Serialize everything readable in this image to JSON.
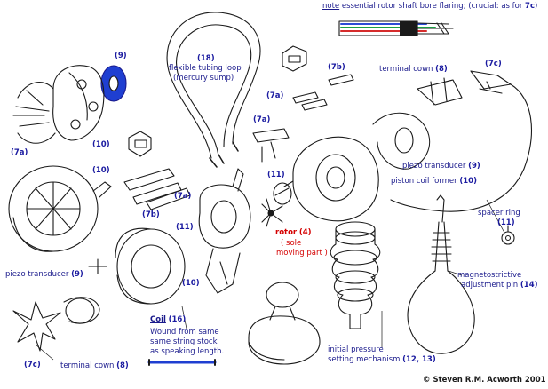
{
  "note": {
    "prefix": "note",
    "text": " essential rotor shaft bore flaring; (crucial: as for ",
    "ref": "7c",
    "suffix": ")"
  },
  "labels": {
    "flexible_tubing_num": "(18)",
    "flexible_tubing_line1": "flexible tubing loop",
    "flexible_tubing_line2": "(mercury sump)",
    "ring_9_top": "(9)",
    "label_7b_top": "(7b)",
    "label_7a_mid": "(7a)",
    "label_7a_mid2": "(7a)",
    "terminal_cown_top": "terminal cown",
    "terminal_cown_top_num": "(8)",
    "label_7c_top": "(7c)",
    "label_7a_left": "(7a)",
    "label_10_left": "(10)",
    "label_10_left2": "(10)",
    "label_7b_left": "(7b)",
    "label_7a_center": "(7a)",
    "label_11_center": "(11)",
    "label_11_left": "(11)",
    "piezo_right": "piezo transducer",
    "piezo_right_num": "(9)",
    "piston_coil": "piston coil former",
    "piston_coil_num": "(10)",
    "rotor": "rotor",
    "rotor_num": "(4)",
    "rotor_sub1": "( sole",
    "rotor_sub2": "moving part )",
    "spacer_ring": "spacer ring",
    "spacer_ring_num": "(11)",
    "piezo_left": "piezo transducer",
    "piezo_left_num": "(9)",
    "label_10_coil": "(10)",
    "coil": "Coil",
    "coil_num": "(16)",
    "coil_desc1": "Wound from same",
    "coil_desc2": "same string stock",
    "coil_desc3": "as speaking length.",
    "magneto_1": "magnetostrictive",
    "magneto_2": "adjustment pin",
    "magneto_num": "(14)",
    "initial_1": "initial pressure",
    "initial_2": "setting mechanism",
    "initial_num": "(12, 13)",
    "label_7c_bottom": "(7c)",
    "terminal_cown_bottom": "terminal cown",
    "terminal_cown_bottom_num": "(8)"
  },
  "copyright": "© Steven R.M. Acworth 2001",
  "colors": {
    "ink": "#1a1a1a",
    "label": "#1a1a8c",
    "number": "#1a1aa0",
    "rotor_red": "#d40000",
    "ring_blue": "#1f3fd1"
  }
}
